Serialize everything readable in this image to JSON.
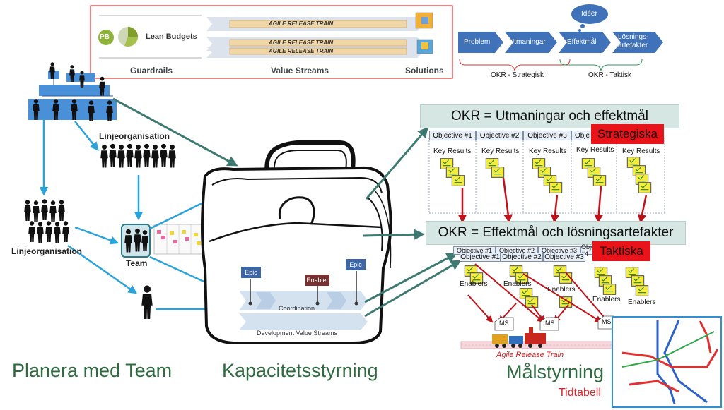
{
  "header": {
    "pb": "PB",
    "lean_budgets": "Lean Budgets",
    "art": [
      "AGILE RELEASE TRAIN",
      "AGILE RELEASE TRAIN",
      "AGILE RELEASE TRAIN"
    ],
    "guardrails": "Guardrails",
    "value_streams": "Value Streams",
    "solutions": "Solutions"
  },
  "flow": {
    "steps": [
      "Problem",
      "Utmaningar",
      "Effektmål",
      "Lösnings-artefakter"
    ],
    "idea": "Idéer",
    "okr_strategic": "OKR - Strategisk",
    "okr_tactical": "OKR - Taktisk"
  },
  "org": {
    "linjeorg_top": "Linjeorganisation",
    "linjeorg_left": "Linjeorganisation",
    "team": "Team"
  },
  "bag": {
    "epic1": "Epic",
    "epic2": "Epic",
    "enabler": "Enabler",
    "coordination": "Coordination",
    "dvs": "Development Value Streams"
  },
  "okr_strategic": {
    "title": "OKR = Utmaningar och effektmål",
    "tag": "Strategiska",
    "objectives": [
      "Objective #1",
      "Objective #2",
      "Objective #3",
      "Obje"
    ],
    "key_results": [
      "Key Results",
      "Key Results",
      "Key Results",
      "Key Results",
      "Key Results"
    ]
  },
  "okr_tactical": {
    "title": "OKR = Effektmål och lösningsartefakter",
    "tag": "Taktiska",
    "objectives_back": [
      "Objective #1",
      "Objective #2",
      "Objective #3",
      "Objective #4"
    ],
    "objectives": [
      "Objective #1",
      "Objective #2",
      "Objective #3"
    ],
    "enablers": [
      "Enablers",
      "Enablers",
      "Enablers",
      "Enablers",
      "Enablers"
    ]
  },
  "train": {
    "ms": [
      "MS",
      "MS",
      "MS"
    ],
    "label": "Agile Release Train"
  },
  "bottom": {
    "planera": "Planera med Team",
    "kapacitet": "Kapacitetsstyrning",
    "malstyrning": "Målstyrning",
    "tidtabell": "Tidtabell"
  },
  "colors": {
    "arrow_blue": "#29a3dc",
    "arrow_teal": "#3d7a72",
    "red": "#e8141a",
    "chevron_blue": "#3f72b8",
    "green_text": "#2e6b3f",
    "okr_bar": "#d5e6e3"
  }
}
